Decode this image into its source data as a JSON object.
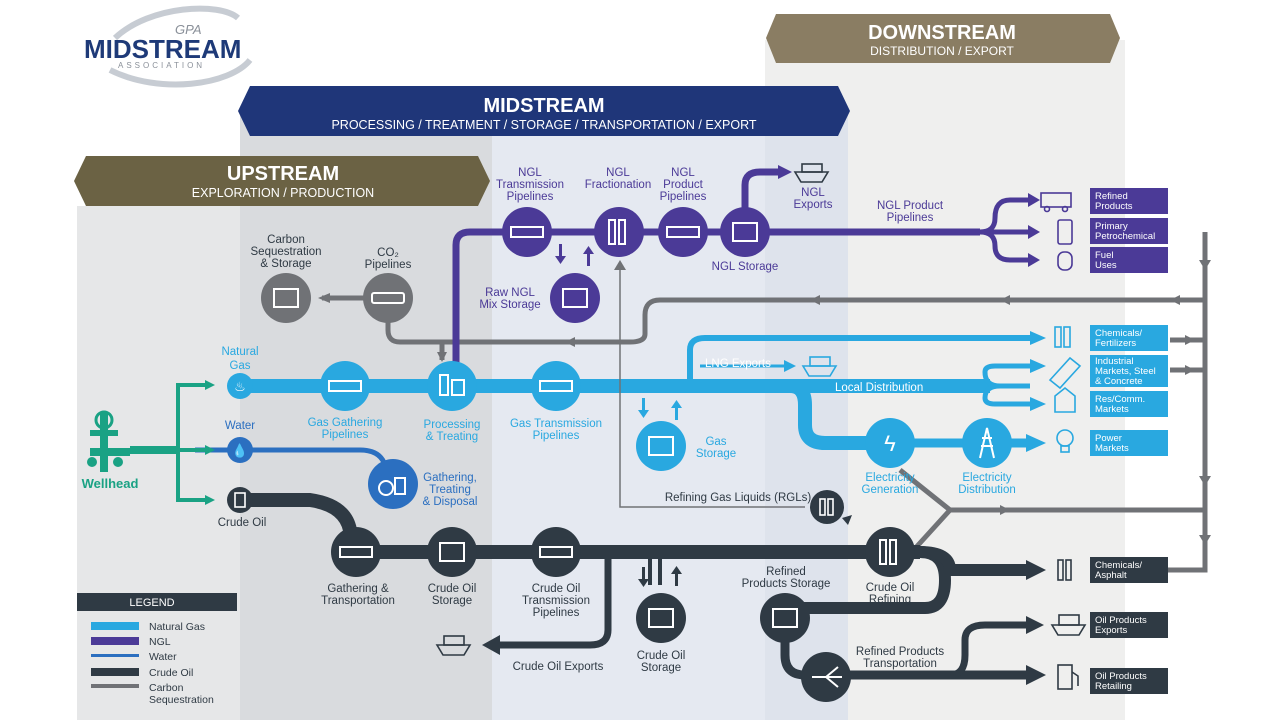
{
  "logo": {
    "small": "GPA",
    "main": "MIDSTREAM",
    "sub": "ASSOCIATION"
  },
  "banners": {
    "upstream": {
      "title": "UPSTREAM",
      "subtitle": "EXPLORATION / PRODUCTION"
    },
    "midstream": {
      "title": "MIDSTREAM",
      "subtitle": "PROCESSING / TREATMENT / STORAGE / TRANSPORTATION / EXPORT"
    },
    "downstream": {
      "title": "DOWNSTREAM",
      "subtitle": "DISTRIBUTION / EXPORT"
    }
  },
  "labels": {
    "wellhead": "Wellhead",
    "natural_gas": [
      "Natural",
      "Gas"
    ],
    "water": "Water",
    "crude_oil": "Crude Oil",
    "carbon_storage": [
      "Carbon",
      "Sequestration",
      "& Storage"
    ],
    "co2_pipelines": [
      "CO₂",
      "Pipelines"
    ],
    "gas_gathering": [
      "Gas Gathering",
      "Pipelines"
    ],
    "processing": [
      "Processing",
      "& Treating"
    ],
    "gathering_disposal": [
      "Gathering,",
      "Treating",
      "& Disposal"
    ],
    "gas_transmission": [
      "Gas Transmission",
      "Pipelines"
    ],
    "gas_storage": [
      "Gas",
      "Storage"
    ],
    "lng_exports": "LNG Exports",
    "local_distribution": "Local Distribution",
    "electricity_generation": [
      "Electricity",
      "Generation"
    ],
    "electricity_distribution": [
      "Electricity",
      "Distribution"
    ],
    "ngl_transmission": [
      "NGL",
      "Transmission",
      "Pipelines"
    ],
    "ngl_fractionation": [
      "NGL",
      "Fractionation"
    ],
    "ngl_product_pipelines_top": [
      "NGL",
      "Product",
      "Pipelines"
    ],
    "ngl_exports": [
      "NGL",
      "Exports"
    ],
    "ngl_storage": "NGL Storage",
    "raw_ngl": [
      "Raw NGL",
      "Mix Storage"
    ],
    "ngl_product_pipelines_right": [
      "NGL Product",
      "Pipelines"
    ],
    "refining_gas_liquids": "Refining Gas Liquids (RGLs)",
    "gathering_transportation": [
      "Gathering &",
      "Transportation"
    ],
    "crude_oil_storage": [
      "Crude Oil",
      "Storage"
    ],
    "crude_oil_transmission": [
      "Crude Oil",
      "Transmission",
      "Pipelines"
    ],
    "crude_oil_exports": "Crude Oil Exports",
    "crude_oil_storage_2": [
      "Crude Oil",
      "Storage"
    ],
    "refined_products_storage": [
      "Refined",
      "Products Storage"
    ],
    "crude_oil_refining": [
      "Crude Oil",
      "Refining"
    ],
    "refined_products_transportation": [
      "Refined Products",
      "Transportation"
    ]
  },
  "outputs": {
    "refined_products": [
      "Refined",
      "Products"
    ],
    "primary_petrochemical": [
      "Primary",
      "Petrochemical"
    ],
    "fuel_uses": [
      "Fuel",
      "Uses"
    ],
    "chemicals_fertilizers": [
      "Chemicals/",
      "Fertilizers"
    ],
    "industrial_markets": [
      "Industrial",
      "Markets, Steel",
      "& Concrete"
    ],
    "res_comm_markets": [
      "Res/Comm.",
      "Markets"
    ],
    "power_markets": [
      "Power",
      "Markets"
    ],
    "chemicals_asphalt": [
      "Chemicals/",
      "Asphalt"
    ],
    "oil_products_exports": [
      "Oil Products",
      "Exports"
    ],
    "oil_products_retailing": [
      "Oil Products",
      "Retailing"
    ]
  },
  "legend": {
    "title": "LEGEND",
    "items": [
      {
        "label": [
          "Natural Gas"
        ],
        "color": "#29a8e0"
      },
      {
        "label": [
          "NGL"
        ],
        "color": "#4b3a97"
      },
      {
        "label": [
          "Water"
        ],
        "color": "#2b6fc0"
      },
      {
        "label": [
          "Crude Oil"
        ],
        "color": "#2f3a44"
      },
      {
        "label": [
          "Carbon",
          "Sequestration"
        ],
        "color": "#707276"
      }
    ]
  },
  "colors": {
    "natural_gas": "#29a8e0",
    "ngl": "#4b3a97",
    "water": "#2b6fc0",
    "crude_oil": "#2f3a44",
    "carbon": "#707276",
    "wellhead": "#1aa284",
    "upstream_banner": "#6b6244",
    "midstream_banner": "#1f3679",
    "downstream_banner": "#8a7d63"
  }
}
